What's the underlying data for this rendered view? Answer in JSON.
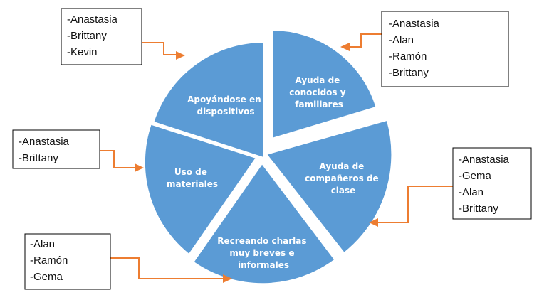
{
  "colors": {
    "segment_fill": "#5b9bd5",
    "segment_label": "#ffffff",
    "connector": "#ed7d31",
    "box_border": "#000000"
  },
  "segments": [
    {
      "id": "ayuda-conocidos",
      "label_lines": [
        "Ayuda de",
        "conocidos y",
        "familiares"
      ],
      "names": [
        "-Anastasia",
        "-Alan",
        "-Ramón",
        "-Brittany"
      ]
    },
    {
      "id": "ayuda-companeros",
      "label_lines": [
        "Ayuda de",
        "compañeros de",
        "clase"
      ],
      "names": [
        "-Anastasia",
        "-Gema",
        "-Alan",
        "-Brittany"
      ]
    },
    {
      "id": "recreando-charlas",
      "label_lines": [
        "Recreando charlas",
        "muy breves e",
        "informales"
      ],
      "names": [
        "-Alan",
        "-Ramón",
        "-Gema"
      ]
    },
    {
      "id": "uso-materiales",
      "label_lines": [
        "Uso de",
        "materiales"
      ],
      "names": [
        "-Anastasia",
        "-Brittany"
      ]
    },
    {
      "id": "apoyandose-dispositivos",
      "label_lines": [
        "Apoyándose en",
        "dispositivos"
      ],
      "names": [
        "-Anastasia",
        "-Brittany",
        "-Kevin"
      ]
    }
  ]
}
